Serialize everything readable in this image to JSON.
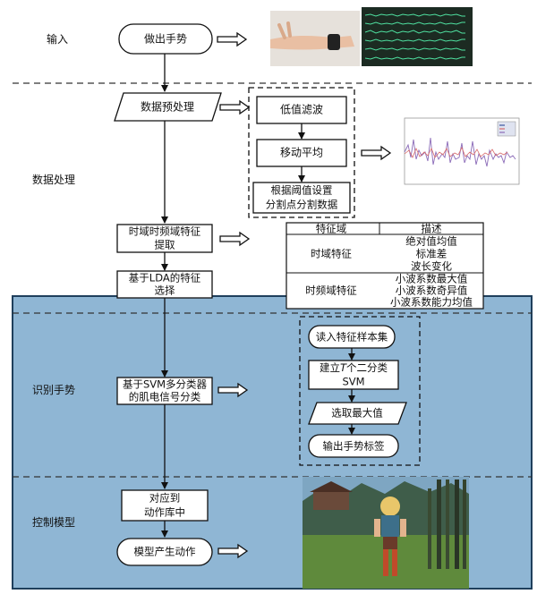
{
  "sections": {
    "input": "输入",
    "processing": "数据处理",
    "recognition": "识别手势",
    "control": "控制模型"
  },
  "nodes": {
    "gesture": "做出手势",
    "preprocess": "数据预处理",
    "lowpass": "低值滤波",
    "moving_avg": "移动平均",
    "segment_line1": "根据阈值设置",
    "segment_line2": "分割点分割数据",
    "feature_line1": "时域时频域特征",
    "feature_line2": "提取",
    "lda_line1": "基于LDA的特征",
    "lda_line2": "选择",
    "svm_line1": "基于SVM多分类器",
    "svm_line2": "的肌电信号分类",
    "read_samples": "读入特征样本集",
    "build_svm_line1_pre": "建立",
    "build_svm_line1_var": "T",
    "build_svm_line1_post": "个二分类",
    "build_svm_line2": "SVM",
    "select_max": "选取最大值",
    "output_label": "输出手势标签",
    "map_line1": "对应到",
    "map_line2": "动作库中",
    "model_action": "模型产生动作"
  },
  "feature_table": {
    "headers": [
      "特征域",
      "描述"
    ],
    "rows": [
      {
        "domain": "时域特征",
        "items": [
          "绝对值均值",
          "标准差",
          "波长变化"
        ]
      },
      {
        "domain": "时频域特征",
        "items": [
          "小波系数最大值",
          "小波系数奇异值",
          "小波系数能力均值"
        ]
      }
    ]
  },
  "colors": {
    "recognition_bg": "#8fb6d4",
    "border": "#1f3f5c",
    "line": "#111111"
  }
}
